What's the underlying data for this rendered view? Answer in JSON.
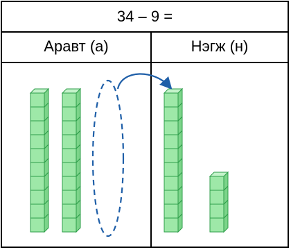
{
  "header": {
    "equation": "34 – 9 ="
  },
  "columns": {
    "tens_label": "Аравт (а)",
    "ones_label": "Нэгж (н)"
  },
  "model": {
    "tens_rods_remaining": 2,
    "tens_rod_regrouped": 1,
    "units_per_rod": 10,
    "loose_units": 4
  },
  "colors": {
    "cube_fill": "#9EE8A8",
    "cube_top": "#C4F3CA",
    "cube_side": "#7CD48A",
    "cube_stroke": "#2E9E4A",
    "dashed": "#1F5FA8",
    "arrow": "#1F5FA8"
  }
}
